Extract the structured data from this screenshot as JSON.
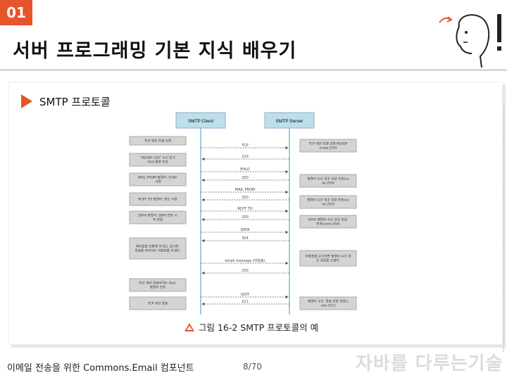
{
  "slide": {
    "number": "01",
    "title": "서버 프로그래밍 기본 지식 배우기",
    "section": "SMTP 프로토콜",
    "caption": "그림 16-2 SMTP 프로토콜의 예",
    "footer_left": "이메일 전송을 위한 Commons.Email 컴포넌트",
    "page": "8/70",
    "brand": "자바를 다루는기술"
  },
  "diagram": {
    "client_header": "SMTP Client",
    "server_header": "SMTP Server",
    "client_notes": [
      "TCP 세션 연결 요청",
      "\"READY 220\" 수신 및 EHLO 명령 전송",
      "MAIL FROM 명령어: 보내는 사람",
      "RCPT TO 명령어: 받는 사람",
      "DATA 명령어: DB의 전송 시작 알림",
      "헤더들을 포함해 보내고, 끝나면 종료를 의미하는 마침표를 보낸다.",
      "TCP 세션 종료하려는 Quit 명령어 전송",
      "TCP 세션 종료"
    ],
    "server_notes": [
      "TCP 세션 연결 요청 READY(code:220)",
      "명령어 수신 성공 응답 전송(code:250)",
      "명령어 수신 성공 응답 전송(code:250)",
      "DATA 명령어 수신 성공 응답 전송(code:354)",
      "마침표를 수신하면 명령어 수신 성공 응답을 보낸다.",
      "명령어 수신, 종료 응답 전송(code:221)"
    ],
    "messages": [
      "TCP",
      "220",
      "EHLO",
      "250",
      "MAIL FROM",
      "250",
      "RCPT TO",
      "250",
      "DATA",
      "354",
      "email message (마침표)",
      "250",
      "QUIT",
      "221"
    ]
  },
  "colors": {
    "accent": "#e8542a",
    "header_box": "#bcdfe9",
    "note_box": "#d4d4d4"
  }
}
